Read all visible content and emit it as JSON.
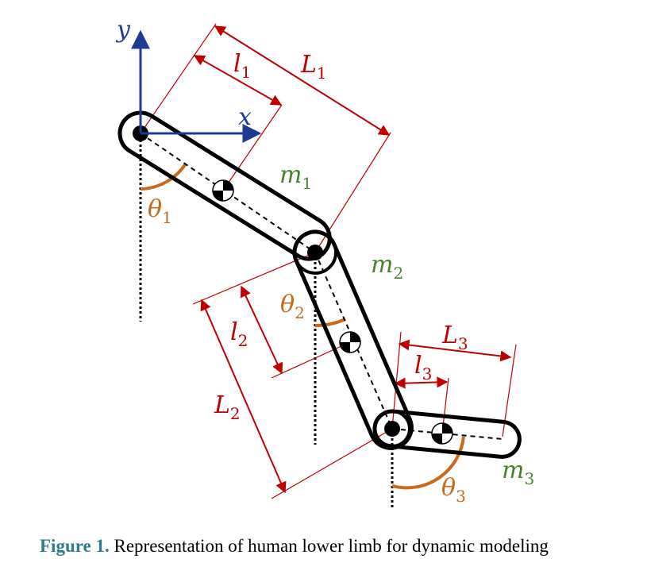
{
  "axes": {
    "x_label": "x",
    "y_label": "y"
  },
  "masses": [
    {
      "symbol": "m",
      "subscript": "1"
    },
    {
      "symbol": "m",
      "subscript": "2"
    },
    {
      "symbol": "m",
      "subscript": "3"
    }
  ],
  "angles": [
    {
      "symbol": "θ",
      "subscript": "1"
    },
    {
      "symbol": "θ",
      "subscript": "2"
    },
    {
      "symbol": "θ",
      "subscript": "3"
    }
  ],
  "com_lengths": [
    {
      "symbol": "l",
      "subscript": "1"
    },
    {
      "symbol": "l",
      "subscript": "2"
    },
    {
      "symbol": "l",
      "subscript": "3"
    }
  ],
  "segment_lengths": [
    {
      "symbol": "L",
      "subscript": "1"
    },
    {
      "symbol": "L",
      "subscript": "2"
    },
    {
      "symbol": "L",
      "subscript": "3"
    }
  ],
  "colors": {
    "axes": "#1f3a93",
    "dimensions": "#c00000",
    "angles": "#c8691c",
    "masses": "#4a7f2c",
    "segments": "#000000"
  },
  "caption": {
    "number": "Figure 1.",
    "text": " Representation of human lower limb for dynamic modeling"
  }
}
